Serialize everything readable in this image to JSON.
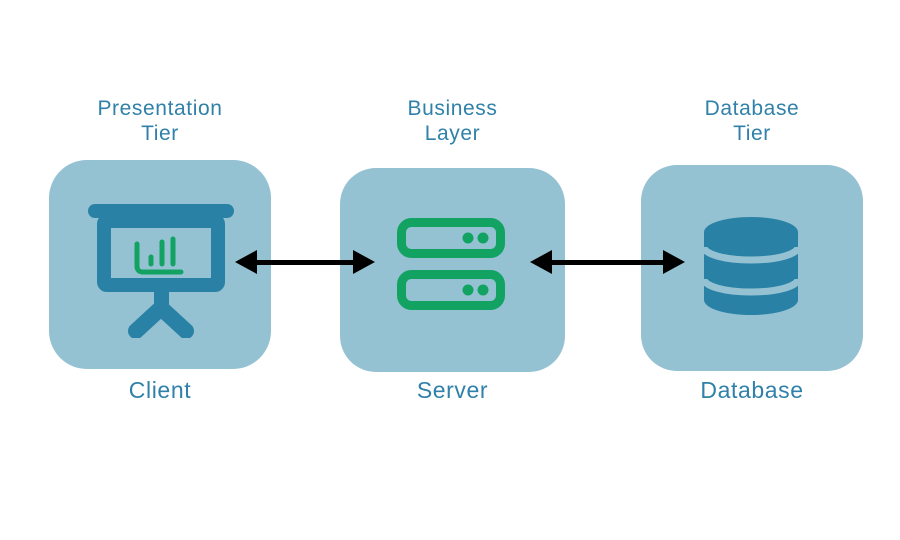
{
  "diagram": {
    "type": "three-tier-architecture",
    "colors": {
      "box_bg": "#95c2d3",
      "icon_teal": "#2a81a6",
      "icon_green": "#12a262",
      "text": "#3081a9",
      "arrow": "#000000",
      "canvas": "#ffffff"
    },
    "tiers": [
      {
        "id": "presentation",
        "title_line1": "Presentation",
        "title_line2": "Tier",
        "label": "Client",
        "icon": "presentation-chart-icon"
      },
      {
        "id": "business",
        "title_line1": "Business",
        "title_line2": "Layer",
        "label": "Server",
        "icon": "server-stack-icon"
      },
      {
        "id": "database",
        "title_line1": "Database",
        "title_line2": "Tier",
        "label": "Database",
        "icon": "database-cylinder-icon"
      }
    ],
    "connectors": [
      {
        "from": "Client",
        "to": "Server",
        "style": "bidirectional-arrow"
      },
      {
        "from": "Server",
        "to": "Database",
        "style": "bidirectional-arrow"
      }
    ]
  }
}
